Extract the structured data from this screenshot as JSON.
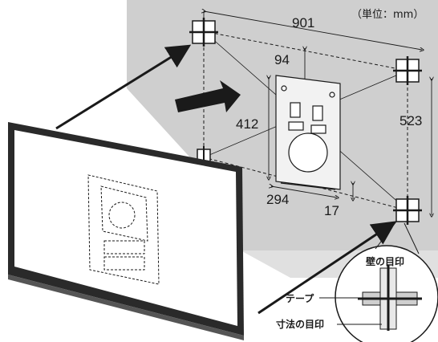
{
  "diagram": {
    "unit_label": "（単位：mm）",
    "dimensions": {
      "horizontal_outer": "901",
      "top_offset": "94",
      "vertical_left": "412",
      "vertical_outer": "523",
      "bracket_width": "294",
      "bottom_offset": "17"
    },
    "callout": {
      "wall_mark": "壁の目印",
      "tape": "テープ",
      "dimension_mark": "寸法の目印"
    }
  },
  "colors": {
    "wall": "#cfcfcf",
    "line": "#1a1a1a",
    "screen": "#ffffff",
    "bracket": "#f2f2f2"
  }
}
